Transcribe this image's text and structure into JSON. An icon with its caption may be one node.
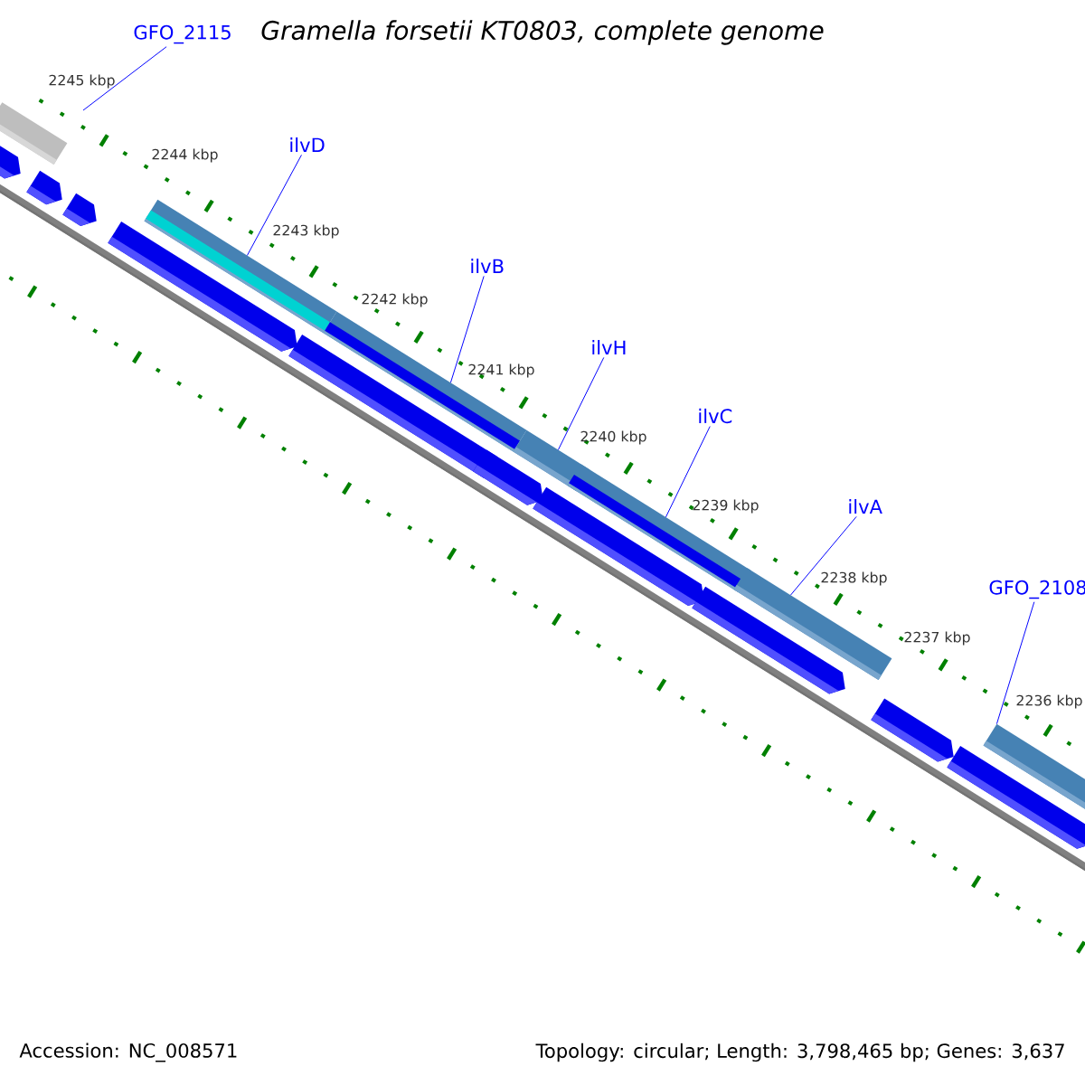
{
  "diagram": {
    "title": "Gramella forsetii KT0803, complete genome",
    "nodes": [
      {
        "text": [
          "GFO_2115"
        ]
      },
      {
        "text": [
          "ilvD"
        ]
      },
      {
        "text": [
          "ilvB"
        ]
      },
      {
        "text": [
          "ilvH"
        ]
      },
      {
        "text": [
          "ilvC"
        ]
      },
      {
        "text": [
          "ilvA"
        ]
      },
      {
        "text": [
          "GFO_2108"
        ]
      },
      {
        "text": [],
        "shape": "bar"
      },
      {
        "text": [],
        "shape": "bar"
      },
      {
        "text": [],
        "shape": "bar"
      },
      {
        "text": [],
        "shape": "bar"
      },
      {
        "text": [],
        "shape": "bar"
      },
      {
        "text": [],
        "shape": "bar"
      }
    ],
    "edges": [
      {
        "from": 0,
        "to": null,
        "arrow": "none"
      },
      {
        "from": 1,
        "to": 7,
        "arrow": "none"
      },
      {
        "from": 2,
        "to": 8,
        "arrow": "none"
      },
      {
        "from": 3,
        "to": 9,
        "arrow": "none"
      },
      {
        "from": 4,
        "to": 10,
        "arrow": "none"
      },
      {
        "from": 5,
        "to": 11,
        "arrow": "none"
      },
      {
        "from": 6,
        "to": 12,
        "arrow": "none"
      }
    ],
    "labels": [
      "2245 kbp",
      "2244 kbp",
      "2243 kbp",
      "2242 kbp",
      "2241 kbp",
      "2240 kbp",
      "2239 kbp",
      "2238 kbp",
      "2237 kbp",
      "2236 kbp",
      "Accession: NC_008571",
      "Topology: circular; Length: 3,798,465 bp; Genes: 3,637"
    ]
  }
}
